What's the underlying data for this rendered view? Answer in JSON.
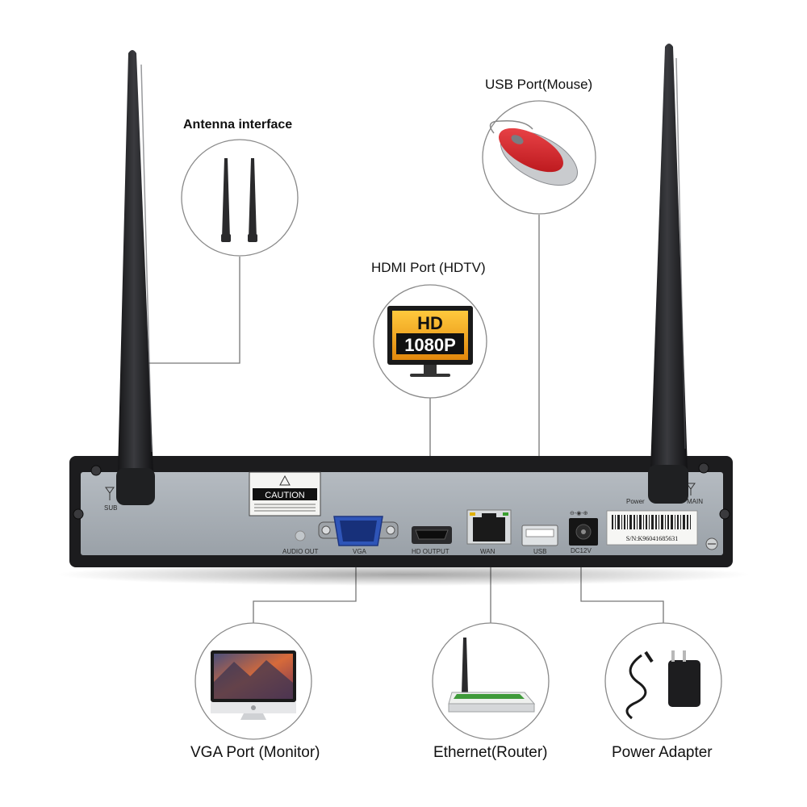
{
  "callouts": {
    "antenna": "Antenna interface",
    "usb": "USB Port(Mouse)",
    "hdmi": "HDMI Port (HDTV)",
    "vga": "VGA Port (Monitor)",
    "ethernet": "Ethernet(Router)",
    "power": "Power Adapter"
  },
  "hd_badge": {
    "line1": "HD",
    "line2": "1080P"
  },
  "panel": {
    "sub": "SUB",
    "main": "MAIN",
    "power": "Power",
    "caution": "CAUTION",
    "audio_out": "AUDIO OUT",
    "vga": "VGA",
    "hd_output": "HD OUTPUT",
    "wan": "WAN",
    "usb": "USB",
    "dc12v": "DC12V",
    "serial": "S/N:K96041685631"
  },
  "colors": {
    "panel": "#a7aeb4",
    "chassis": "#1c1c1e",
    "antenna": "#26272a",
    "vga_port": "#2f55b8",
    "hd_orange": "#f4a51c",
    "mouse_red": "#d81e24",
    "callout_line": "#777777"
  }
}
